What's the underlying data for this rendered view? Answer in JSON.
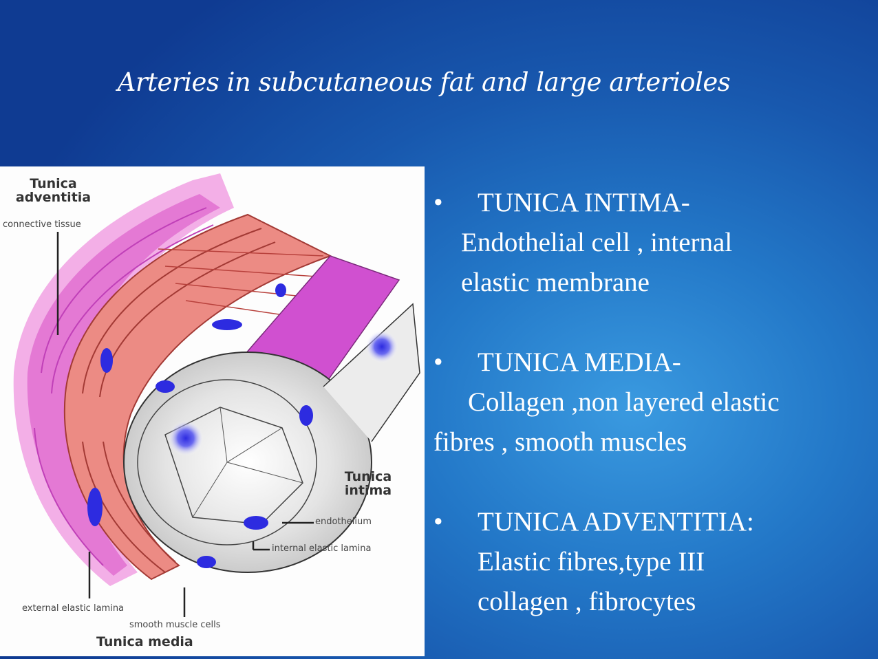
{
  "slide": {
    "title": "Arteries in subcutaneous fat and large arterioles"
  },
  "diagram": {
    "labels": {
      "adventitia_line1": "Tunica",
      "adventitia_line2": "adventitia",
      "adventitia_sub": "connective tissue",
      "intima_line1": "Tunica",
      "intima_line2": "intima",
      "endothelium": "endothelium",
      "internal_elastic": "internal elastic lamina",
      "external_elastic": "external elastic lamina",
      "smooth_muscle": "smooth muscle cells",
      "media": "Tunica media"
    },
    "colors": {
      "adventitia": "#e060c8",
      "media": "#e8807a",
      "media_dark": "#b8413c",
      "intima": "#e8e8e8",
      "nucleus": "#2d2be0",
      "elastic_band": "#d050d0"
    }
  },
  "bullets": [
    {
      "dot": "•",
      "head": "TUNICA  INTIMA-",
      "body": [
        "Endothelial cell , internal",
        "elastic membrane"
      ]
    },
    {
      "dot": "•",
      "head": "TUNICA MEDIA-",
      "body": [
        "Collagen ,non layered elastic",
        "fibres , smooth muscles"
      ]
    },
    {
      "dot": "•",
      "head": "TUNICA  ADVENTITIA:",
      "body": [
        "Elastic fibres,type III",
        "collagen , fibrocytes"
      ]
    }
  ]
}
